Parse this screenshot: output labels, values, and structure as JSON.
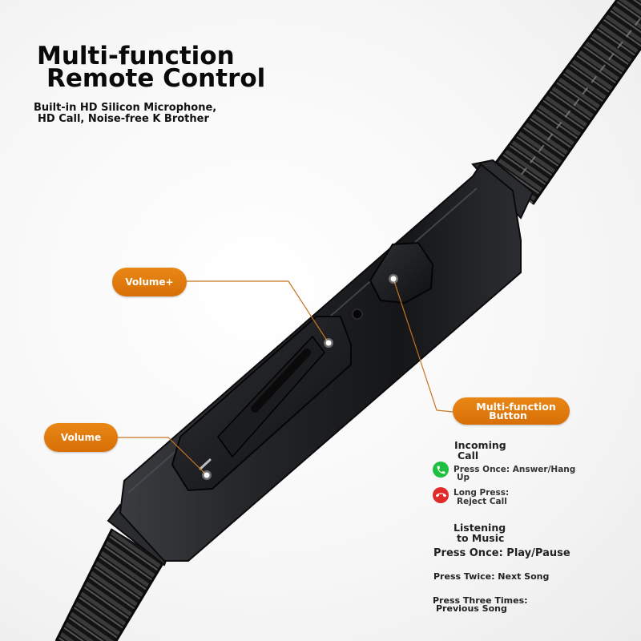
{
  "heading": {
    "line1": "Multi-function",
    "line2": "Remote Control"
  },
  "subheading": {
    "line1": "Built-in HD Silicon Microphone,",
    "line2": "HD Call, Noise-free K Brother"
  },
  "callouts": {
    "volume_plus": "Volume+",
    "volume_minus": "Volume",
    "multifunction_line1": "Multi-function",
    "multifunction_line2": "Button"
  },
  "incoming_call": {
    "heading_line1": "Incoming",
    "heading_line2": "Call",
    "answer_line1": "Press Once: Answer/Hang",
    "answer_line2": "Up",
    "reject_line1": "Long Press:",
    "reject_line2": "Reject Call"
  },
  "music": {
    "heading_line1": "Listening",
    "heading_line2": "to Music",
    "once": "Press Once: Play/Pause",
    "twice": "Press Twice: Next Song",
    "thrice_line1": "Press Three Times:",
    "thrice_line2": "Previous Song"
  },
  "icons": {
    "answer": "phone-answer-icon",
    "reject": "phone-reject-icon"
  },
  "colors": {
    "accent_orange": "#e07a0e",
    "answer_green": "#1fbf3f",
    "reject_red": "#e12a2a",
    "cable": "#1a1a1a",
    "remote_body": "#202225"
  }
}
